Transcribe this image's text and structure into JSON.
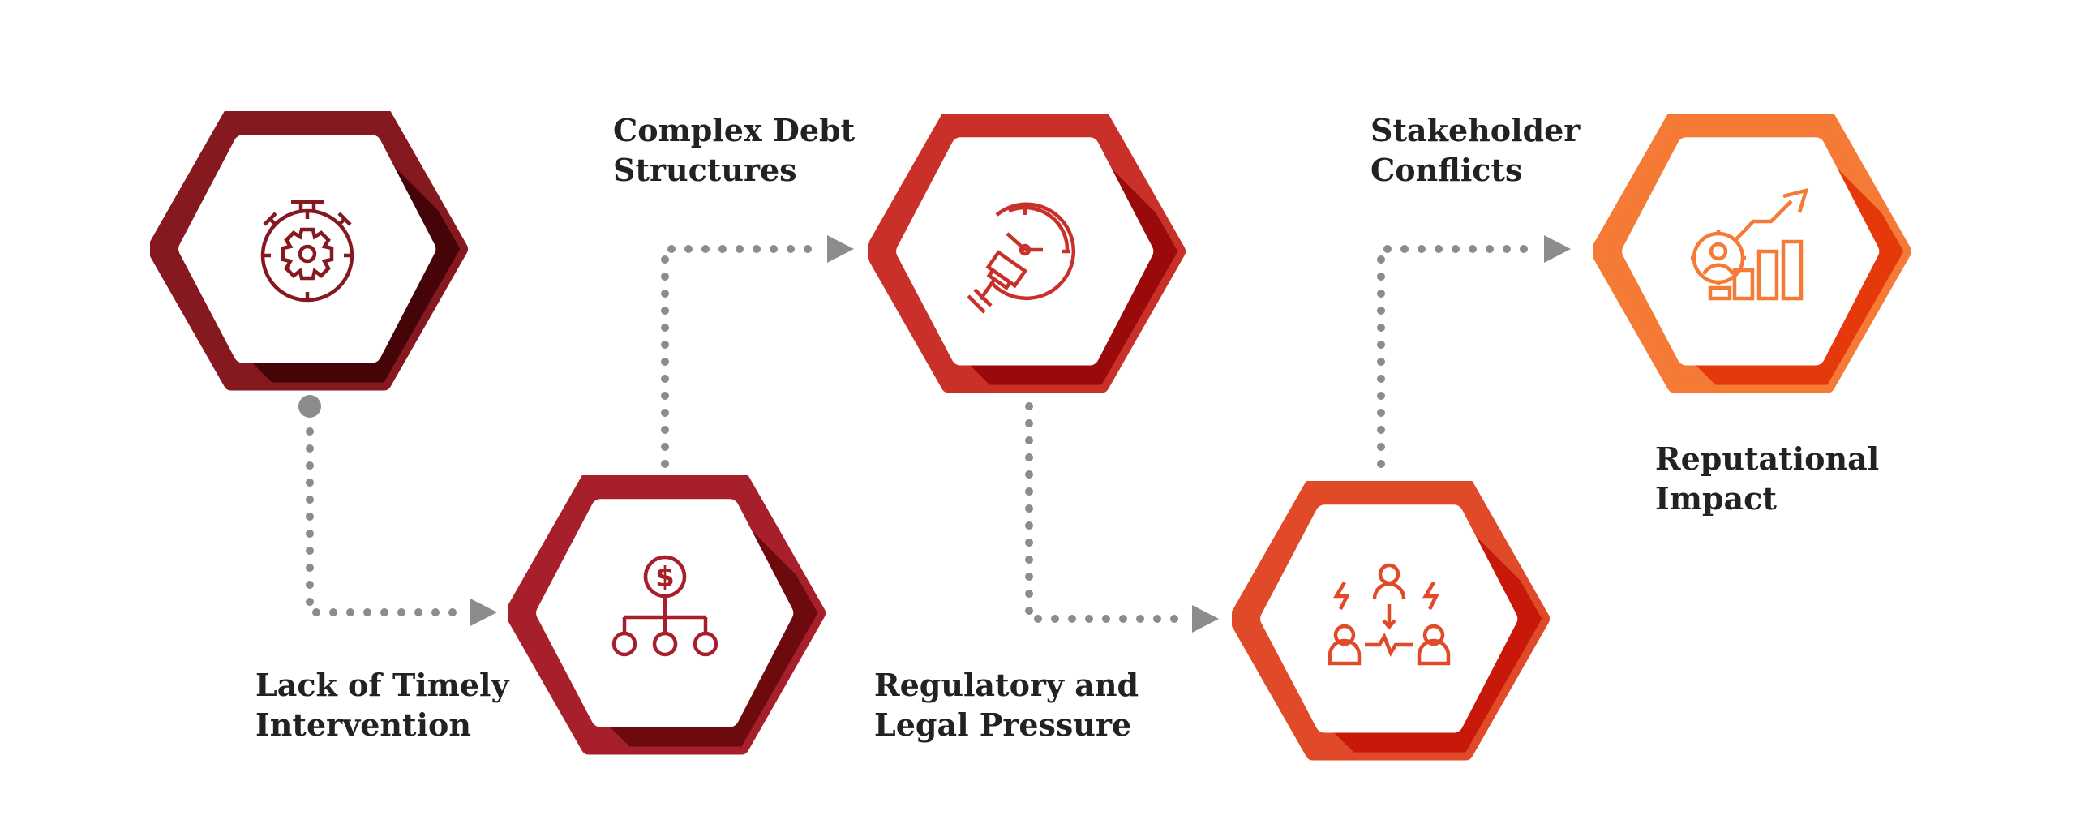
{
  "steps": [
    {
      "id": "lack-of-timely-intervention",
      "label_lines": [
        "Lack of Timely",
        "Intervention"
      ],
      "icon": "stopwatch-gear-icon",
      "color": "#861820",
      "shadow": "#450508"
    },
    {
      "id": "complex-debt-structures",
      "label_lines": [
        "Complex Debt",
        "Structures"
      ],
      "icon": "dollar-hierarchy-icon",
      "color": "#a61f2a",
      "shadow": "#6c0a0e"
    },
    {
      "id": "regulatory-and-legal-pressure",
      "label_lines": [
        "Regulatory and",
        "Legal Pressure"
      ],
      "icon": "gavel-clock-icon",
      "color": "#c9302a",
      "shadow": "#9a0a0a"
    },
    {
      "id": "stakeholder-conflicts",
      "label_lines": [
        "Stakeholder",
        "Conflicts"
      ],
      "icon": "people-conflict-icon",
      "color": "#e04a28",
      "shadow": "#c8180a"
    },
    {
      "id": "reputational-impact",
      "label_lines": [
        "Reputational",
        "Impact"
      ],
      "icon": "person-growth-chart-icon",
      "color": "#f47a35",
      "shadow": "#e5390c"
    }
  ],
  "connector_color": "#8c8c8c"
}
